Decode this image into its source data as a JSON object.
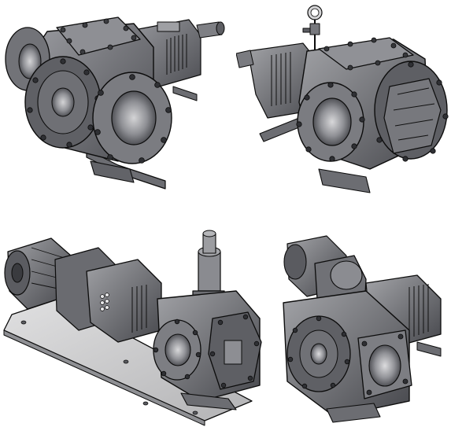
{
  "sheet": {
    "background": "#ffffff",
    "palette": {
      "body_dark": "#4a4b50",
      "body_mid": "#696a70",
      "body_light": "#8d8e93",
      "highlight": "#b9babd",
      "edge": "#0c0c0c",
      "base_plate": "#c9c9ca"
    }
  },
  "views": [
    {
      "id": "view-top-left",
      "subject": "pump-front-iso",
      "icons": [
        "flange-icon",
        "shaft-icon",
        "bolt-icon"
      ]
    },
    {
      "id": "view-top-right",
      "subject": "pump-rear-iso",
      "icons": [
        "pressure-gauge-icon",
        "gear-cover-icon",
        "flange-icon"
      ]
    },
    {
      "id": "view-bottom-left",
      "subject": "pump-motor-skid",
      "icons": [
        "motor-icon",
        "relief-valve-icon",
        "base-plate-icon"
      ]
    },
    {
      "id": "view-bottom-right",
      "subject": "pump-motor-compact",
      "icons": [
        "motor-icon",
        "flange-icon",
        "gearbox-icon"
      ]
    }
  ]
}
